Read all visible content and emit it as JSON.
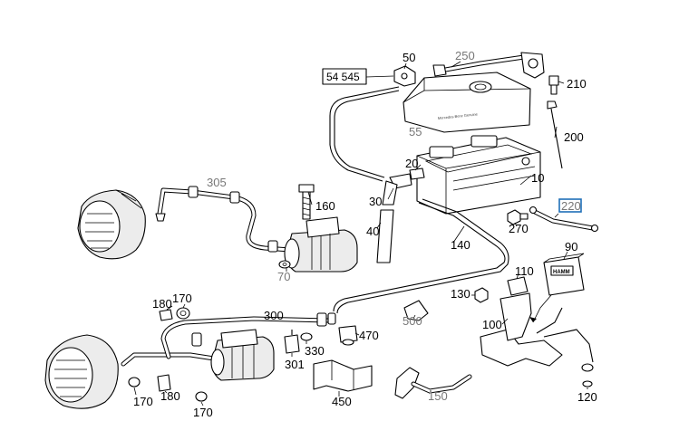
{
  "callouts": {
    "c50": "50",
    "c250": "250",
    "c54545": "54 545",
    "c210": "210",
    "c55": "55",
    "c200": "200",
    "c20": "20",
    "c10": "10",
    "c305": "305",
    "c160": "160",
    "c30": "30",
    "c40": "40",
    "c220": "220",
    "c270": "270",
    "c140": "140",
    "c70": "70",
    "c90": "90",
    "c110": "110",
    "c130": "130",
    "c180a": "180",
    "c170a": "170",
    "c300": "300",
    "c500": "500",
    "c100": "100",
    "c470": "470",
    "c330": "330",
    "c301": "301",
    "c150": "150",
    "c450": "450",
    "c170b": "170",
    "c180b": "180",
    "c170c": "170",
    "c120": "120"
  },
  "styles": {
    "highlight_color": "#1f6fb8",
    "gray_callout_color": "#777777"
  }
}
